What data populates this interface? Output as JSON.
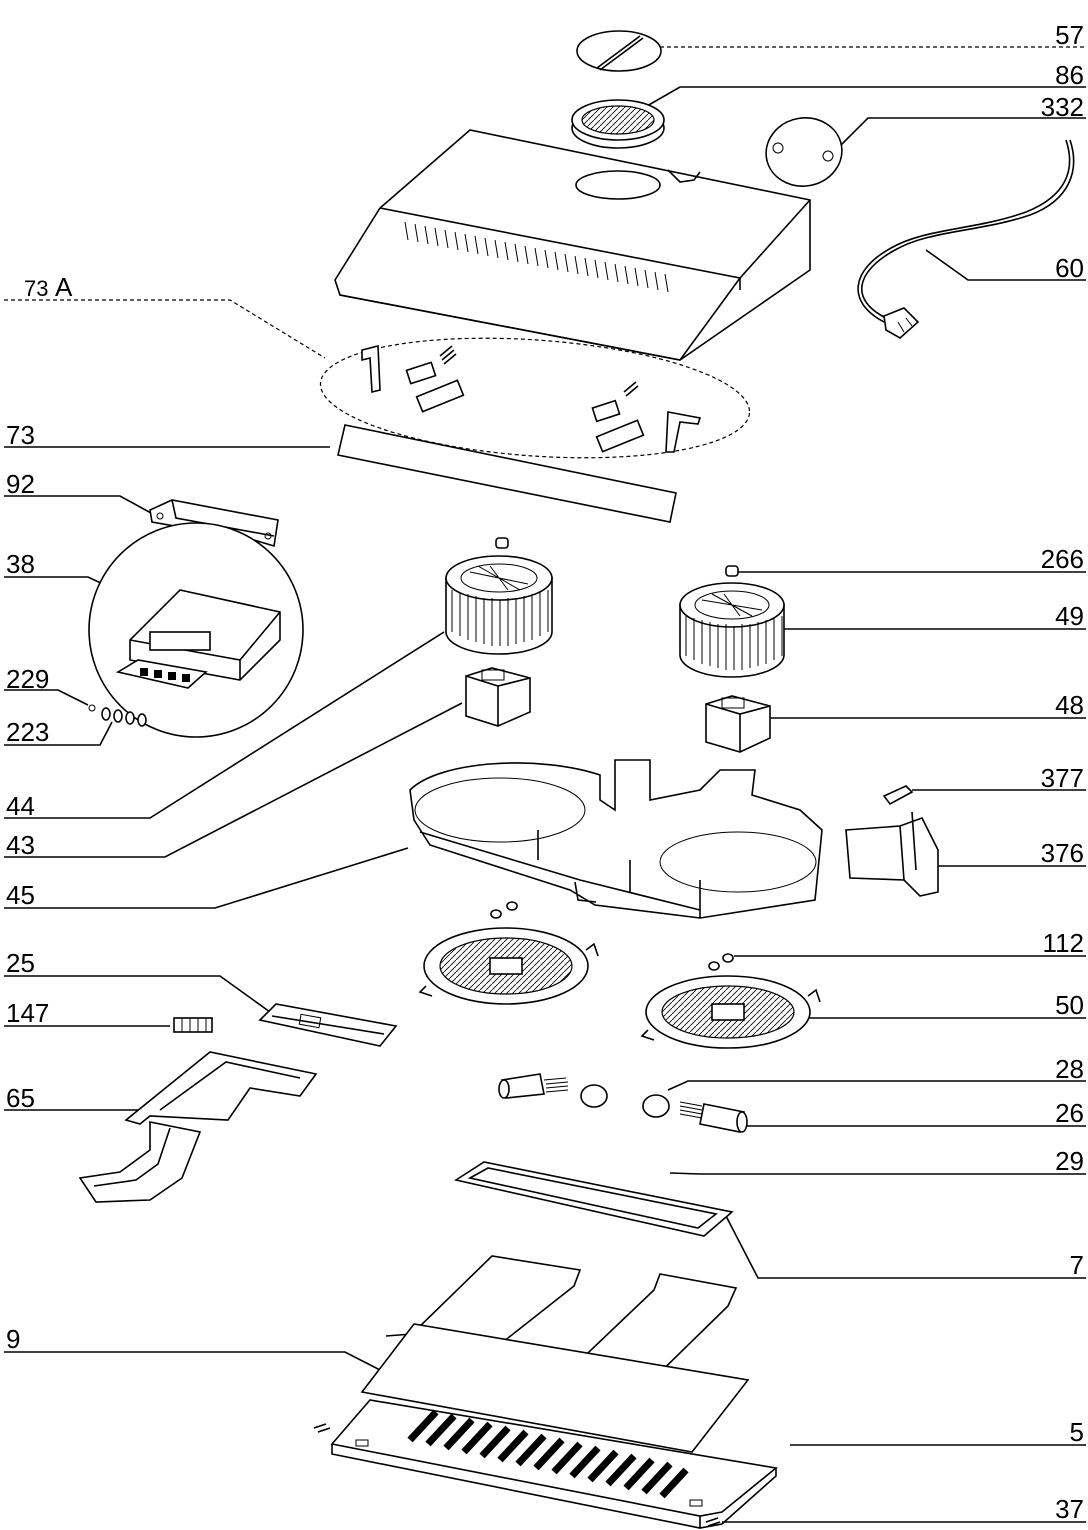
{
  "labels": {
    "l57": "57",
    "l86": "86",
    "l332": "332",
    "l60": "60",
    "l73a_num": "73",
    "l73a_letter": "A",
    "l73": "73",
    "l92": "92",
    "l38": "38",
    "l229": "229",
    "l223": "223",
    "l266": "266",
    "l49": "49",
    "l48": "48",
    "l44": "44",
    "l43": "43",
    "l377": "377",
    "l376": "376",
    "l45": "45",
    "l112": "112",
    "l25": "25",
    "l50": "50",
    "l147": "147",
    "l65": "65",
    "l28": "28",
    "l26": "26",
    "l29": "29",
    "l7": "7",
    "l9": "9",
    "l5": "5",
    "l37": "37"
  },
  "colors": {
    "line": "#000000",
    "background": "#ffffff",
    "mesh": "#d9d9d9"
  }
}
